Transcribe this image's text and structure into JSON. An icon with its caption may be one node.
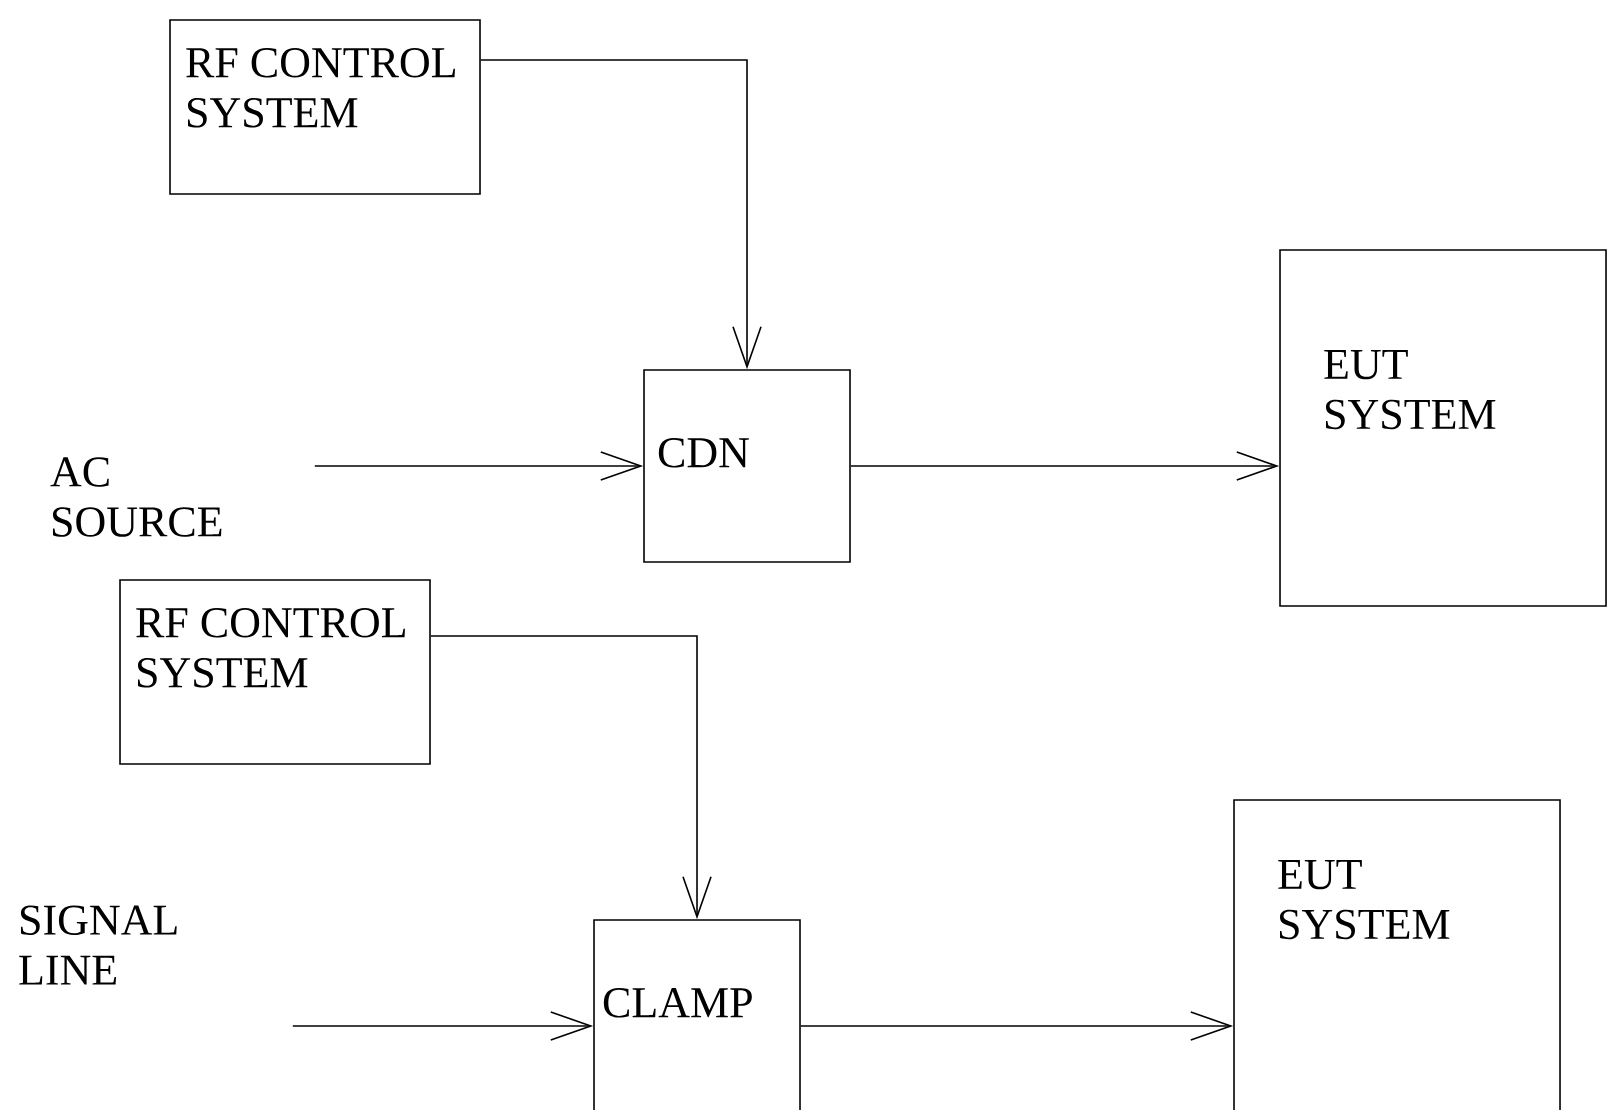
{
  "diagram": {
    "nodes": [
      {
        "text": [
          "RF CONTROL SYSTEM"
        ]
      },
      {
        "text": [
          "AC SOURCE"
        ]
      },
      {
        "text": [
          "CDN"
        ]
      },
      {
        "text": [
          "EUT SYSTEM"
        ]
      },
      {
        "text": [
          "RF CONTROL SYSTEM"
        ]
      },
      {
        "text": [
          "SIGNAL LINE"
        ]
      },
      {
        "text": [
          "CLAMP"
        ]
      },
      {
        "text": [
          "EUT SYSTEM"
        ]
      }
    ],
    "edges": [
      {
        "from": 0,
        "to": 2,
        "arrow": "to"
      },
      {
        "from": 1,
        "to": 2,
        "arrow": "to"
      },
      {
        "from": 2,
        "to": 3,
        "arrow": "to"
      },
      {
        "from": 4,
        "to": 6,
        "arrow": "to"
      },
      {
        "from": 5,
        "to": 6,
        "arrow": "to"
      },
      {
        "from": 6,
        "to": 7,
        "arrow": "to"
      }
    ]
  }
}
